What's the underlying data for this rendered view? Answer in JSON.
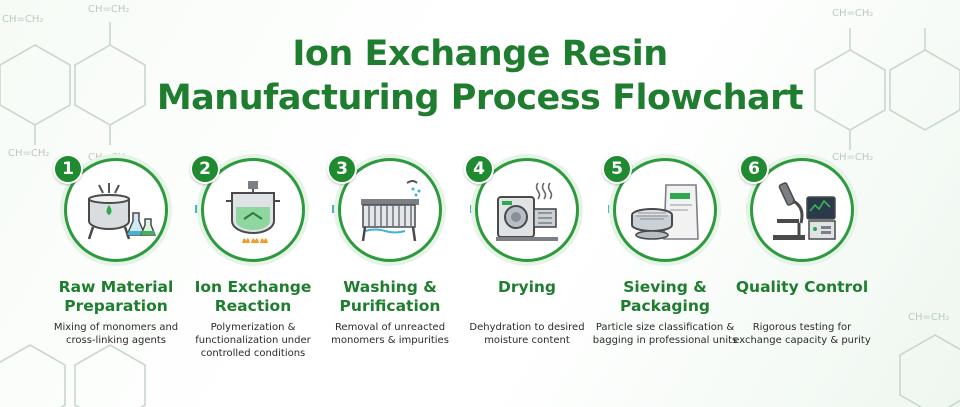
{
  "title": {
    "line1": "Ion Exchange Resin",
    "line2": "Manufacturing Process Flowchart"
  },
  "background_formula": "CH=CH₂",
  "steps": [
    {
      "number": "1",
      "title": "Raw Material Preparation",
      "description": "Mixing of monomers and cross-linking agents",
      "icon": "reactor-vessel-and-flasks-icon"
    },
    {
      "number": "2",
      "title": "Ion Exchange Reaction",
      "description": "Polymerization & functionalization under controlled conditions",
      "icon": "jacketed-reactor-icon"
    },
    {
      "number": "3",
      "title": "Washing & Purification",
      "description": "Removal of unreacted monomers & impurities",
      "icon": "filter-press-icon"
    },
    {
      "number": "4",
      "title": "Drying",
      "description": "Dehydration to desired moisture content",
      "icon": "industrial-dryer-icon"
    },
    {
      "number": "5",
      "title": "Sieving & Packaging",
      "description": "Particle size classification & bagging in professional units",
      "icon": "sieve-and-bag-icon"
    },
    {
      "number": "6",
      "title": "Quality Control",
      "description": "Rigorous testing for exchange capacity & purity",
      "icon": "microscope-and-analyzer-icon"
    }
  ],
  "colors": {
    "primary_green": "#1e7d2e",
    "ring_green": "#2e9a3e",
    "arrow_start": "#4cb8c4",
    "arrow_end": "#2e9a3e"
  }
}
